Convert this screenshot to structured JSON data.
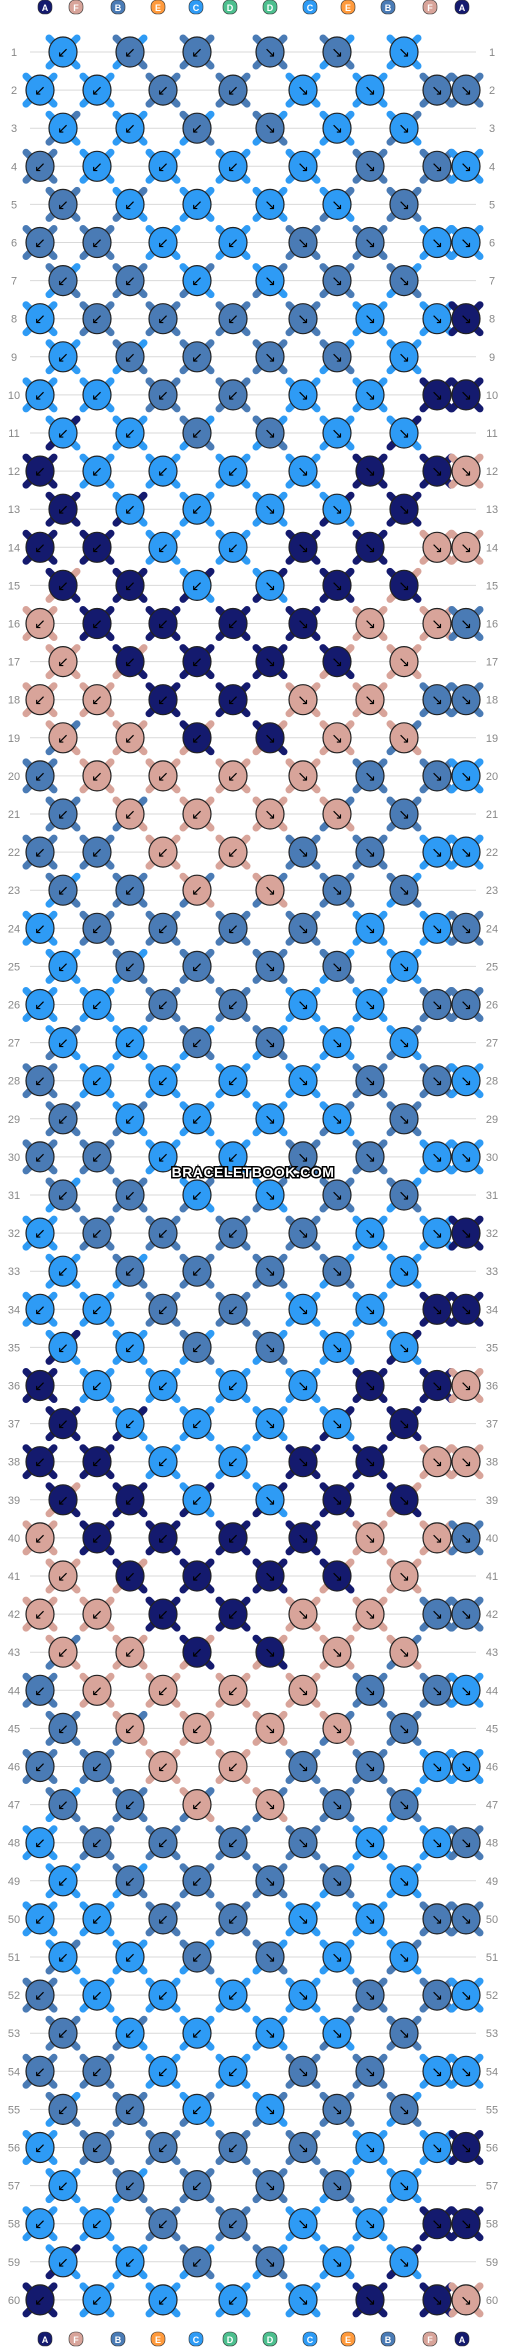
{
  "colors": {
    "A": "#141a6e",
    "B": "#4a7bb5",
    "C": "#2e9bf5",
    "D": "#4dbf8e",
    "E": "#ff9a3c",
    "F": "#d8a49a"
  },
  "strands": [
    "A",
    "F",
    "B",
    "E",
    "C",
    "D",
    "D",
    "C",
    "E",
    "B",
    "F",
    "A"
  ],
  "row_numbers": [
    "1",
    "2",
    "3",
    "4",
    "5",
    "6",
    "7",
    "8",
    "9",
    "10",
    "11",
    "12",
    "13",
    "14",
    "15",
    "16",
    "17",
    "18",
    "19",
    "20",
    "21",
    "22",
    "23",
    "24",
    "25",
    "26",
    "27",
    "28",
    "29",
    "30",
    "31",
    "32",
    "33",
    "34",
    "35",
    "36",
    "37",
    "38",
    "39",
    "40",
    "41",
    "42",
    "43",
    "44",
    "45",
    "46",
    "47",
    "48",
    "49",
    "50",
    "51",
    "52",
    "53",
    "54",
    "55",
    "56",
    "57",
    "58",
    "59",
    "60"
  ],
  "watermark": "BRACELETBOOK.COM",
  "arrow_rule": {
    "left_half": "↙",
    "right_half": "↘"
  }
}
